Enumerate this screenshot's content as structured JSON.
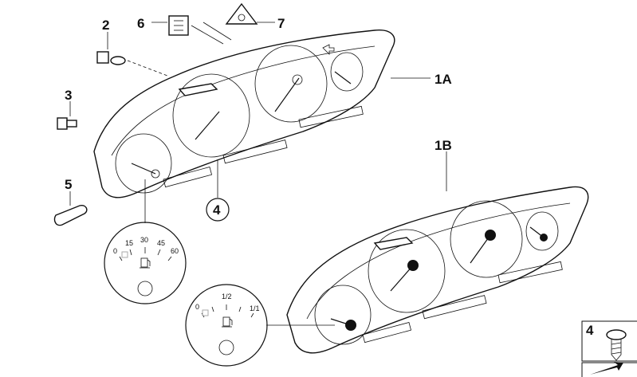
{
  "callouts": {
    "part_2": "2",
    "part_6": "6",
    "part_7": "7",
    "part_1a": "1A",
    "part_3": "3",
    "part_5": "5",
    "part_4_circle": "4",
    "part_1b": "1B",
    "part_4_box": "4"
  },
  "gauge_detail_1": {
    "ticks": [
      "0",
      "15",
      "30",
      "45",
      "60"
    ]
  },
  "gauge_detail_2": {
    "ticks": [
      "0",
      "1/2",
      "1/1"
    ]
  }
}
